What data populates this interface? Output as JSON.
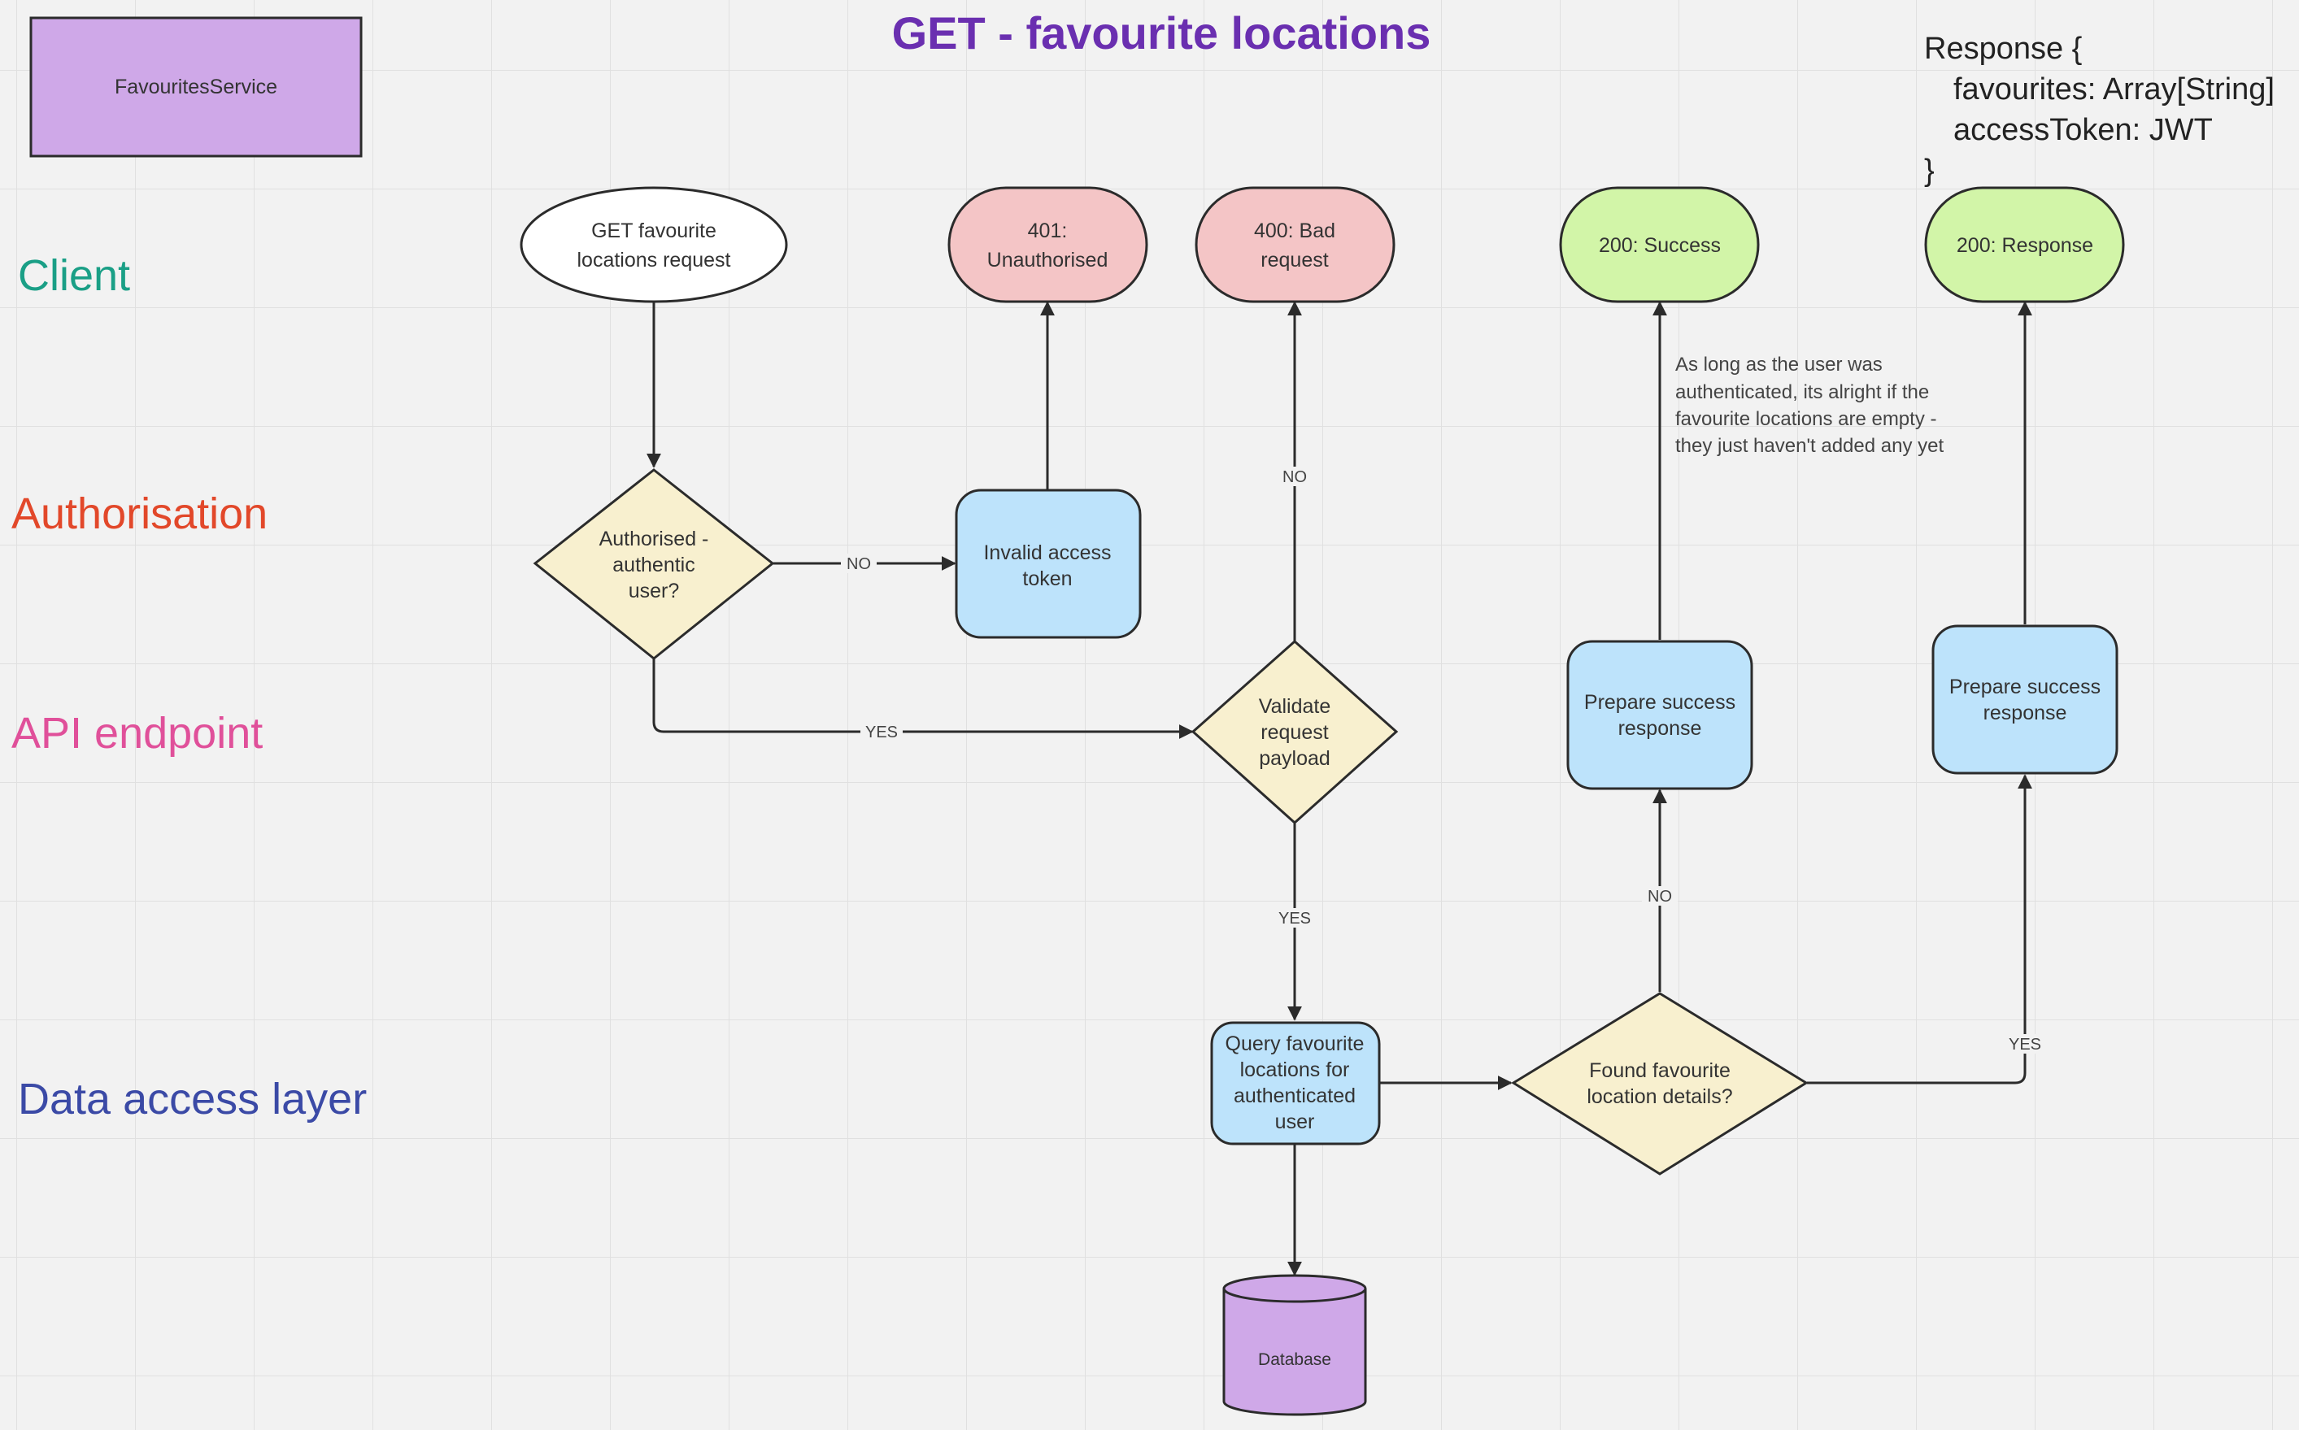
{
  "title": {
    "text": "GET - favourite locations",
    "color": "#6a2fb0"
  },
  "legend": {
    "label": "FavouritesService",
    "color": "#cfa8e8"
  },
  "lanes": {
    "client": {
      "label": "Client",
      "color": "#1a9f86"
    },
    "authorisation": {
      "label": "Authorisation",
      "color": "#e2482a"
    },
    "api_endpoint": {
      "label": "API endpoint",
      "color": "#e0509a"
    },
    "data_access": {
      "label": "Data access layer",
      "color": "#3b4aa6"
    }
  },
  "response_schema": {
    "lines": [
      "Response {",
      "favourites: Array[String]",
      "accessToken: JWT",
      "}"
    ]
  },
  "nodes": {
    "get_request": {
      "lines": [
        "GET favourite",
        "locations request"
      ],
      "shape": "ellipse"
    },
    "unauthorised": {
      "lines": [
        "401:",
        "Unauthorised"
      ],
      "shape": "terminal"
    },
    "bad_request": {
      "lines": [
        "400: Bad",
        "request"
      ],
      "shape": "terminal"
    },
    "success": {
      "lines": [
        "200: Success"
      ],
      "shape": "terminal"
    },
    "response": {
      "lines": [
        "200: Response"
      ],
      "shape": "terminal"
    },
    "authorised_check": {
      "lines": [
        "Authorised -",
        "authentic",
        "user?"
      ],
      "shape": "decision"
    },
    "invalid_token": {
      "lines": [
        "Invalid access",
        "token"
      ],
      "shape": "process"
    },
    "validate_payload": {
      "lines": [
        "Validate",
        "request",
        "payload"
      ],
      "shape": "decision"
    },
    "prepare_success_1": {
      "lines": [
        "Prepare success",
        "response"
      ],
      "shape": "process"
    },
    "prepare_success_2": {
      "lines": [
        "Prepare success",
        "response"
      ],
      "shape": "process"
    },
    "query_favourites": {
      "lines": [
        "Query favourite",
        "locations for",
        "authenticated",
        "user"
      ],
      "shape": "process"
    },
    "found_details": {
      "lines": [
        "Found favourite",
        "location details?"
      ],
      "shape": "decision"
    },
    "database": {
      "lines": [
        "Database"
      ],
      "shape": "cylinder"
    }
  },
  "edge_labels": {
    "auth_no": "NO",
    "auth_yes": "YES",
    "validate_no": "NO",
    "validate_yes": "YES",
    "found_no": "NO",
    "found_yes": "YES"
  },
  "note": {
    "lines": [
      "As long as the user was",
      "authenticated, its alright if the",
      "favourite locations are empty -",
      "they just haven't added any yet"
    ]
  },
  "colors": {
    "terminal_error": "#f4c5c6",
    "terminal_success": "#d2f5a8",
    "process": "#bde3fb",
    "decision": "#f8f0cf",
    "ellipse": "#ffffff",
    "database": "#cfa8e8",
    "stroke": "#2b2b2b"
  }
}
